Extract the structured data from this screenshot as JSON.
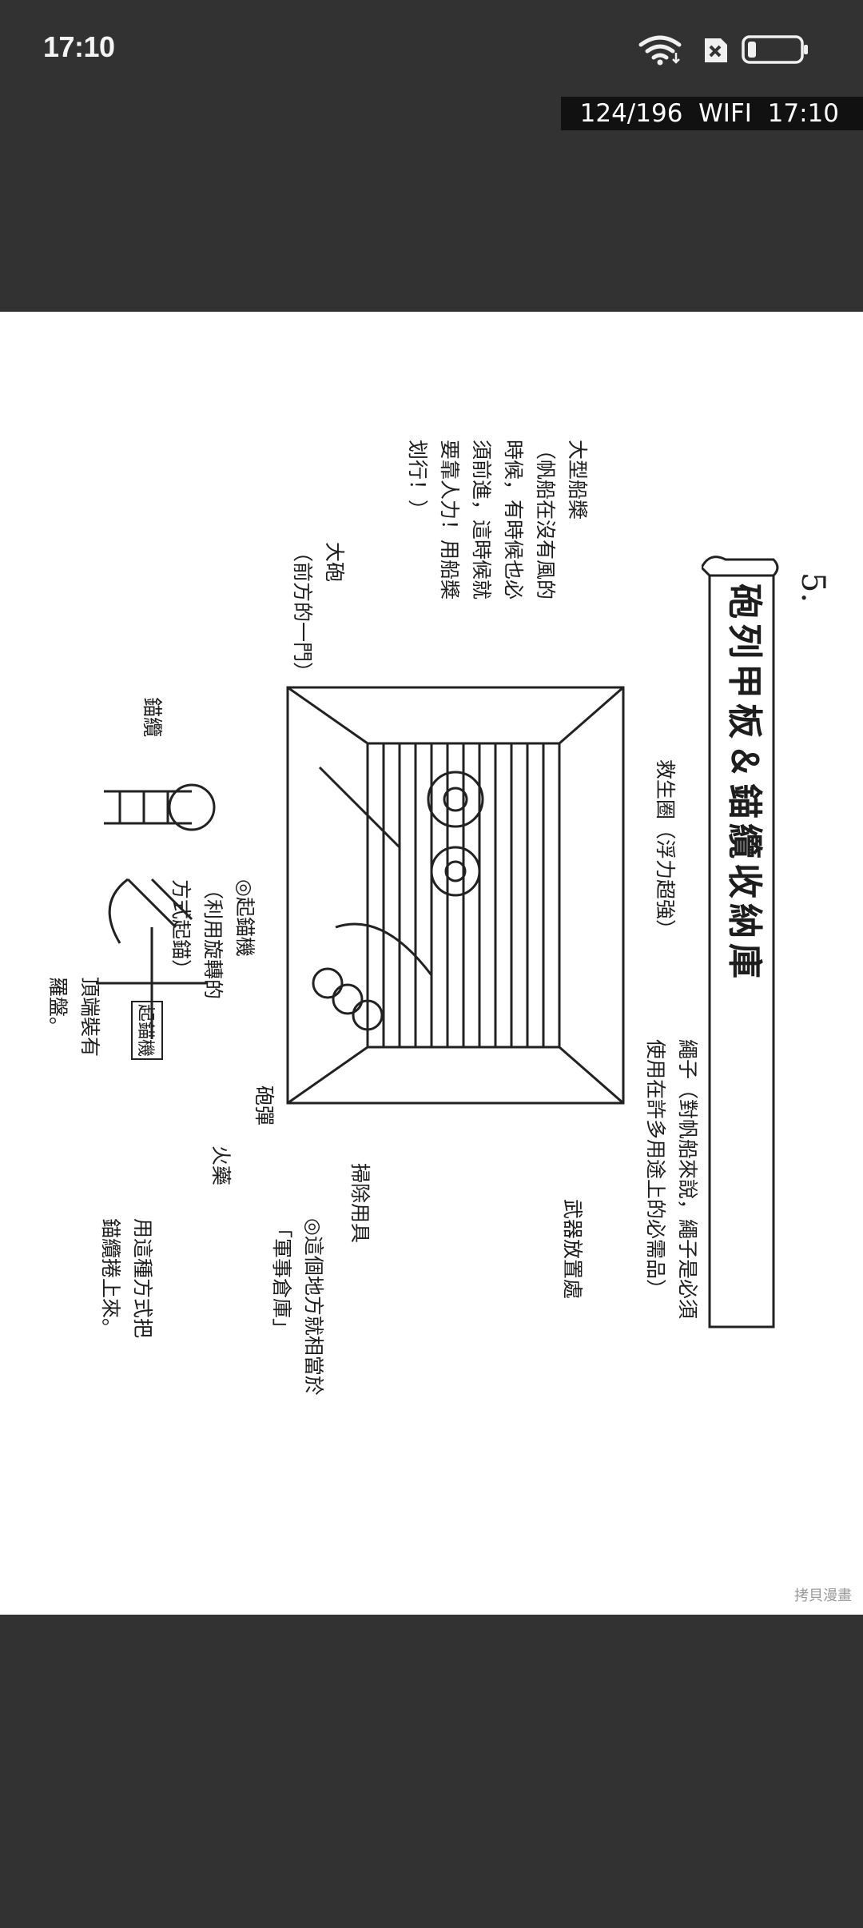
{
  "status_bar": {
    "time": "17:10",
    "icons": [
      "wifi-icon",
      "no-sim-icon",
      "battery-icon"
    ]
  },
  "reader_info": {
    "page_counter": "124/196",
    "network": "WIFI",
    "clock": "17:10"
  },
  "manga_page": {
    "page_number": "5.",
    "title": "砲列甲板＆錨纜收納庫",
    "watermark": "拷貝漫畫",
    "annotations": {
      "oars": "大型船槳\n（帆船在沒有風的\n時候，有時候也必\n須前進，這時候就\n要靠人力！用船槳\n划行！）",
      "cannon": "大砲\n（前方的一門）",
      "life_ring": "救生圈（浮力超強）",
      "rope": "繩子（對帆船來說，繩子是必須\n使用在許多用途上的必需品）",
      "weapons": "武器放置處",
      "cleaning": "掃除用具",
      "armory_note": "◎這個地方就相當於\n「軍事倉庫」",
      "capstan": "◎起錨機\n（利用旋轉的\n方式起錨）",
      "cannonball": "砲彈",
      "gunpowder": "火藥",
      "anchor_rope": "錨纜",
      "capstan_label": "起錨機",
      "capstan_top": "頂端裝有\n羅盤。",
      "capstan_method": "用這種方式把\n錨纜捲上來。"
    }
  },
  "colors": {
    "background": "#323232",
    "page": "#ffffff",
    "info_strip": "#111111"
  }
}
